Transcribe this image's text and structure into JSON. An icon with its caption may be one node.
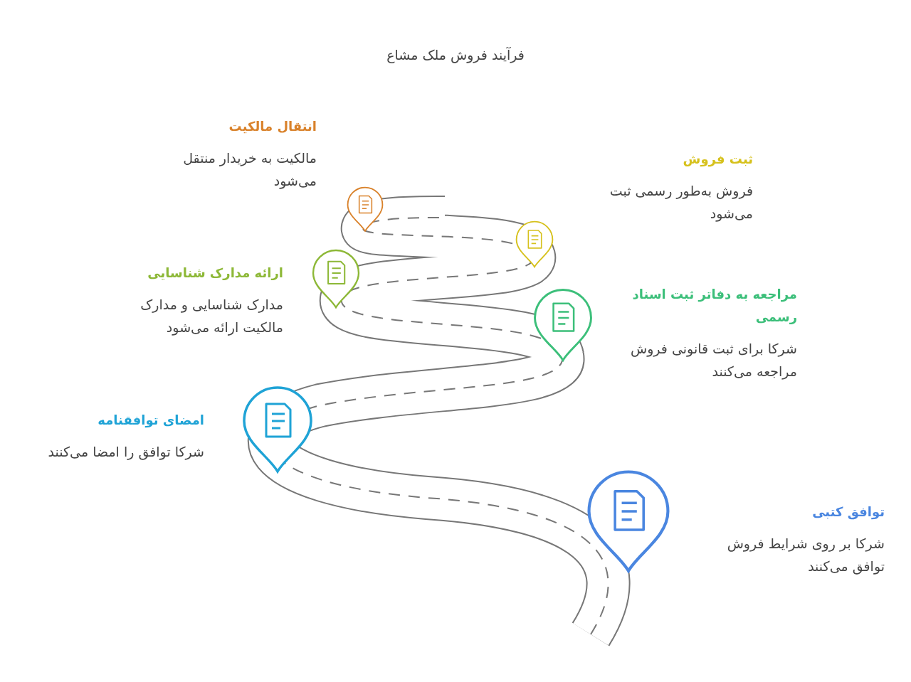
{
  "diagram": {
    "title": "فرآیند فروش ملک مشاع",
    "nodes": [
      {
        "text": [
          "انتقال مالکیت",
          "مالکیت به خریدار منتقل می‌شود"
        ]
      },
      {
        "text": [
          "ثبت فروش",
          "فروش به‌طور رسمی ثبت می‌شود"
        ]
      },
      {
        "text": [
          "ارائه مدارک شناسایی",
          "مدارک شناسایی و مدارک مالکیت ارائه می‌شود"
        ]
      },
      {
        "text": [
          "مراجعه به دفاتر ثبت اسناد رسمی",
          "شرکا برای ثبت قانونی فروش مراجعه می‌کنند"
        ]
      },
      {
        "text": [
          "امضای توافقنامه",
          "شرکا توافق را امضا می‌کنند"
        ]
      },
      {
        "text": [
          "توافق کتبی",
          "شرکا بر روی شرایط فروش توافق می‌کنند"
        ]
      }
    ]
  }
}
